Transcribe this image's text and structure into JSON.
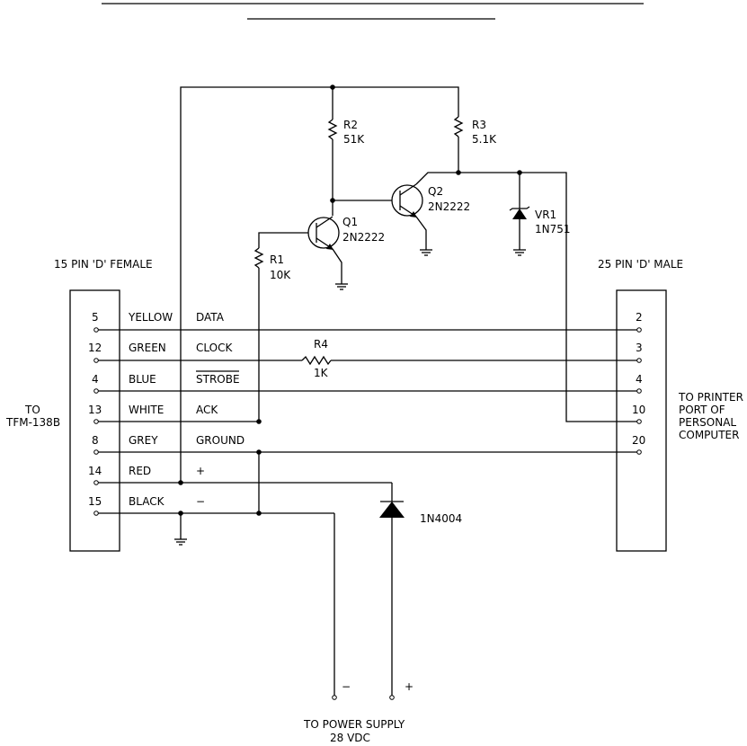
{
  "left_connector": {
    "title": "15 PIN 'D' FEMALE",
    "to_label_1": "TO",
    "to_label_2": "TFM-138B",
    "rows": [
      {
        "pin": "5",
        "color": "YELLOW",
        "signal": "DATA"
      },
      {
        "pin": "12",
        "color": "GREEN",
        "signal": "CLOCK"
      },
      {
        "pin": "4",
        "color": "BLUE",
        "signal": "STROBE"
      },
      {
        "pin": "13",
        "color": "WHITE",
        "signal": "ACK"
      },
      {
        "pin": "8",
        "color": "GREY",
        "signal": "GROUND"
      },
      {
        "pin": "14",
        "color": "RED",
        "signal": "+"
      },
      {
        "pin": "15",
        "color": "BLACK",
        "signal": "−"
      }
    ]
  },
  "right_connector": {
    "title": "25 PIN 'D' MALE",
    "pins": [
      "2",
      "3",
      "4",
      "10",
      "20"
    ],
    "to_label": [
      "TO PRINTER",
      "PORT OF",
      "PERSONAL",
      "COMPUTER"
    ]
  },
  "components": {
    "r1": {
      "ref": "R1",
      "value": "10K"
    },
    "r2": {
      "ref": "R2",
      "value": "51K"
    },
    "r3": {
      "ref": "R3",
      "value": "5.1K"
    },
    "r4": {
      "ref": "R4",
      "value": "1K"
    },
    "q1": {
      "ref": "Q1",
      "value": "2N2222"
    },
    "q2": {
      "ref": "Q2",
      "value": "2N2222"
    },
    "vr1": {
      "ref": "VR1",
      "value": "1N751"
    },
    "d1": {
      "value": "1N4004"
    }
  },
  "power_supply": {
    "minus": "−",
    "plus": "+",
    "label_1": "TO POWER SUPPLY",
    "label_2": "28 VDC"
  }
}
